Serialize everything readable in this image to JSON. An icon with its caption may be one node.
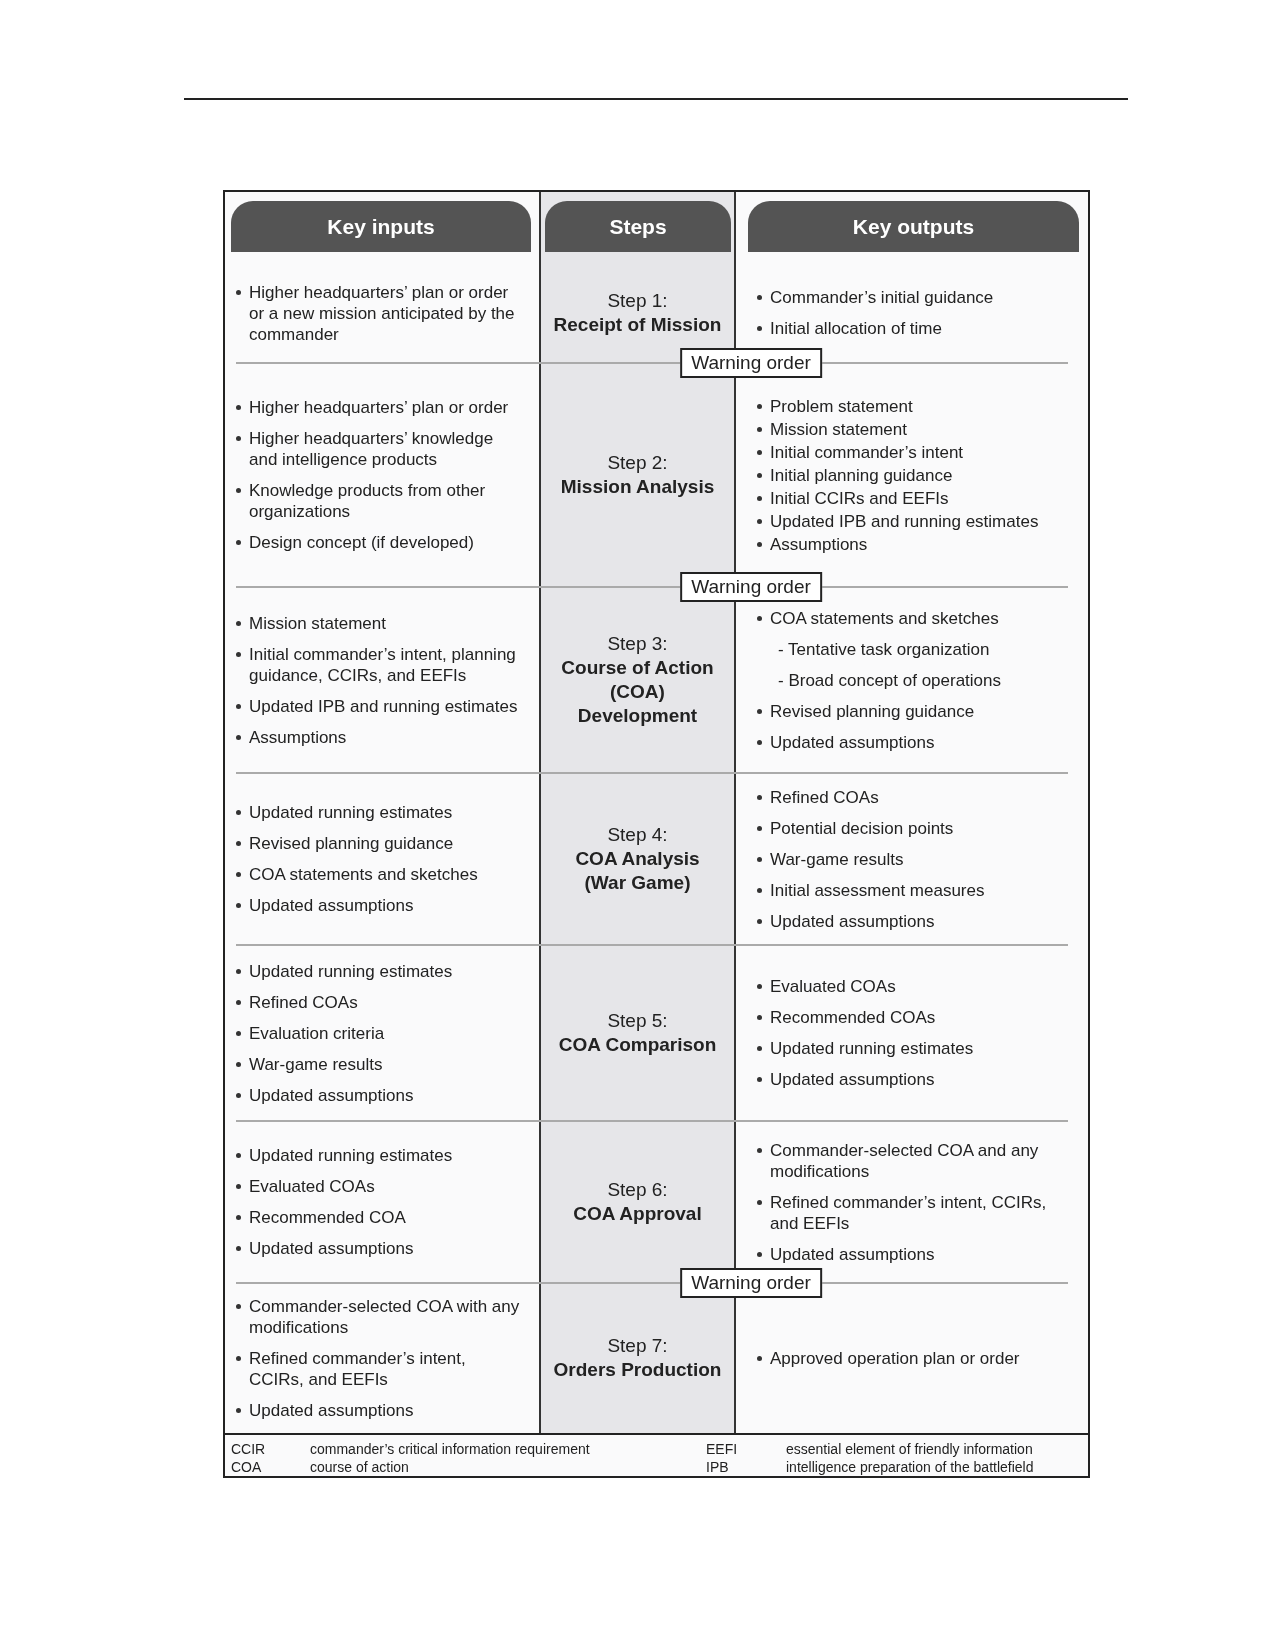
{
  "diagram": {
    "nodes": [
      {
        "text": [
          "Key inputs"
        ]
      },
      {
        "text": [
          "Steps"
        ]
      },
      {
        "text": [
          "Key outputs"
        ]
      },
      {
        "text": [
          "Warning order"
        ]
      },
      {
        "text": [
          "Warning order"
        ]
      },
      {
        "text": [
          "Warning order"
        ]
      }
    ],
    "labels": [
      "Higher headquarters’ plan or order or a new mission anticipated by the commander",
      "Step 1:",
      "Receipt of Mission",
      "Commander’s initial guidance",
      "Initial allocation of time",
      "Higher headquarters’ plan or order",
      "Higher headquarters’ knowledge and intelligence products",
      "Knowledge products from other organizations",
      "Design concept (if developed)",
      "Step 2:",
      "Mission Analysis",
      "Problem statement",
      "Mission statement",
      "Initial commander’s intent",
      "Initial planning guidance",
      "Initial CCIRs and EEFIs",
      "Updated IPB and running estimates",
      "Assumptions",
      "Mission statement",
      "Initial commander’s intent, planning guidance, CCIRs, and EEFIs",
      "Updated IPB and running estimates",
      "Assumptions",
      "Step 3:",
      "Course of Action (COA) Development",
      "COA statements and sketches",
      "- Tentative task organization",
      "- Broad concept of operations",
      "Revised planning guidance",
      "Updated assumptions",
      "Updated running estimates",
      "Revised planning guidance",
      "COA statements and sketches",
      "Updated assumptions",
      "Step 4:",
      "COA Analysis (War Game)",
      "Refined COAs",
      "Potential decision points",
      "War-game results",
      "Initial assessment measures",
      "Updated assumptions",
      "Updated running estimates",
      "Refined COAs",
      "Evaluation criteria",
      "War-game results",
      "Updated assumptions",
      "Step 5:",
      "COA Comparison",
      "Evaluated COAs",
      "Recommended COAs",
      "Updated running estimates",
      "Updated assumptions",
      "Updated running estimates",
      "Evaluated COAs",
      "Recommended COA",
      "Updated assumptions",
      "Step 6:",
      "COA Approval",
      "Commander-selected COA and any modifications",
      "Refined commander’s intent, CCIRs, and EEFIs",
      "Updated assumptions",
      "Commander-selected COA with any modifications",
      "Refined commander’s intent, CCIRs, and EEFIs",
      "Updated assumptions",
      "Step 7:",
      "Orders Production",
      "Approved operation plan or order",
      "CCIR",
      "commander’s critical information requirement",
      "EEFI",
      "essential element of friendly information",
      "COA",
      "course of action",
      "IPB",
      "intelligence preparation of the battlefield"
    ]
  }
}
